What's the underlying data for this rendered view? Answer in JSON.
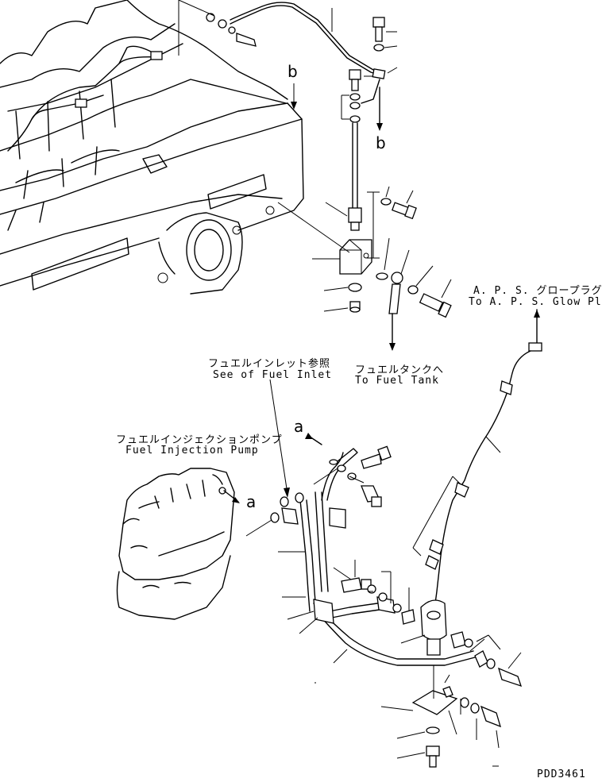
{
  "diagram": {
    "drawing_code": "PDD3461",
    "labels": {
      "aps_jp": "A. P. S. グロープラグへ",
      "aps_en": "To A. P. S. Glow Plug",
      "fuel_inlet_jp": "フュエルインレット参照",
      "fuel_inlet_en": "See of Fuel Inlet",
      "fuel_tank_jp": "フュエルタンクへ",
      "fuel_tank_en": "To Fuel Tank",
      "injection_pump_jp": "フュエルインジェクションポンプ",
      "injection_pump_en": "Fuel Injection Pump"
    },
    "refs": {
      "b_top": "b",
      "b_arrow": "b",
      "a_arrow": "a",
      "a_pump": "a"
    }
  }
}
